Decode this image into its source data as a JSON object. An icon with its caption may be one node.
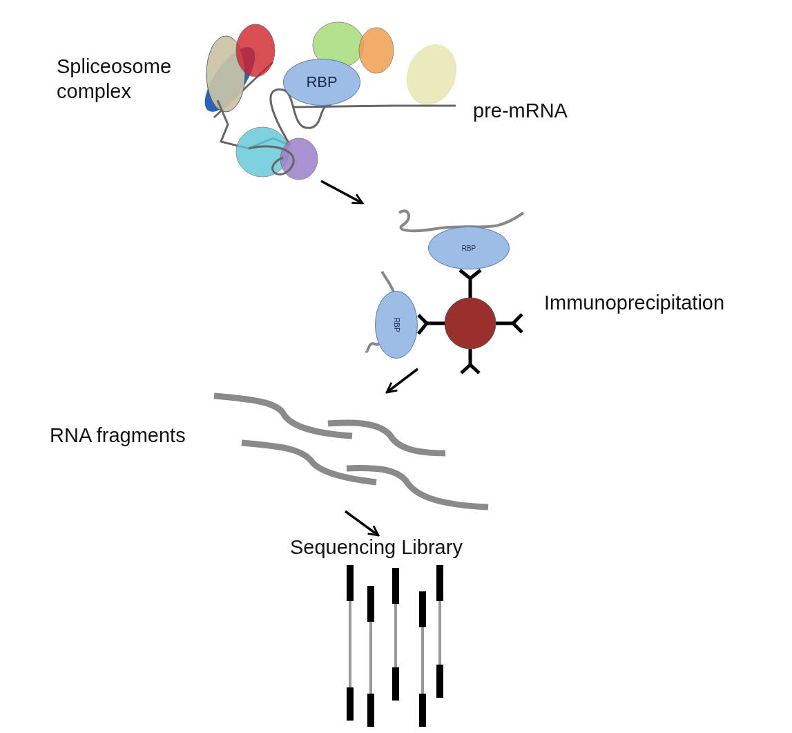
{
  "diagram": {
    "nodes": [
      {
        "text": [],
        "shape": "picture",
        "beside": [
          "Spliceosome complex",
          "pre-mRNA"
        ]
      },
      {
        "text": [
          "RBP"
        ],
        "in": 0
      },
      {
        "text": [],
        "shape": "picture",
        "beside": [
          "Immunoprecipitation"
        ]
      },
      {
        "text": [
          "RBP"
        ],
        "in": 2
      },
      {
        "text": [
          "RBP"
        ],
        "in": 2
      },
      {
        "text": [],
        "shape": "picture",
        "beside": [
          "RNA fragments"
        ]
      },
      {
        "text": [],
        "shape": "picture",
        "beside": [
          "Sequencing Library"
        ]
      }
    ],
    "edges": [
      {
        "from": 0,
        "to": 2,
        "arrow": "to"
      },
      {
        "from": 2,
        "to": 5,
        "arrow": "to"
      },
      {
        "from": 5,
        "to": 6,
        "arrow": "to"
      }
    ]
  }
}
